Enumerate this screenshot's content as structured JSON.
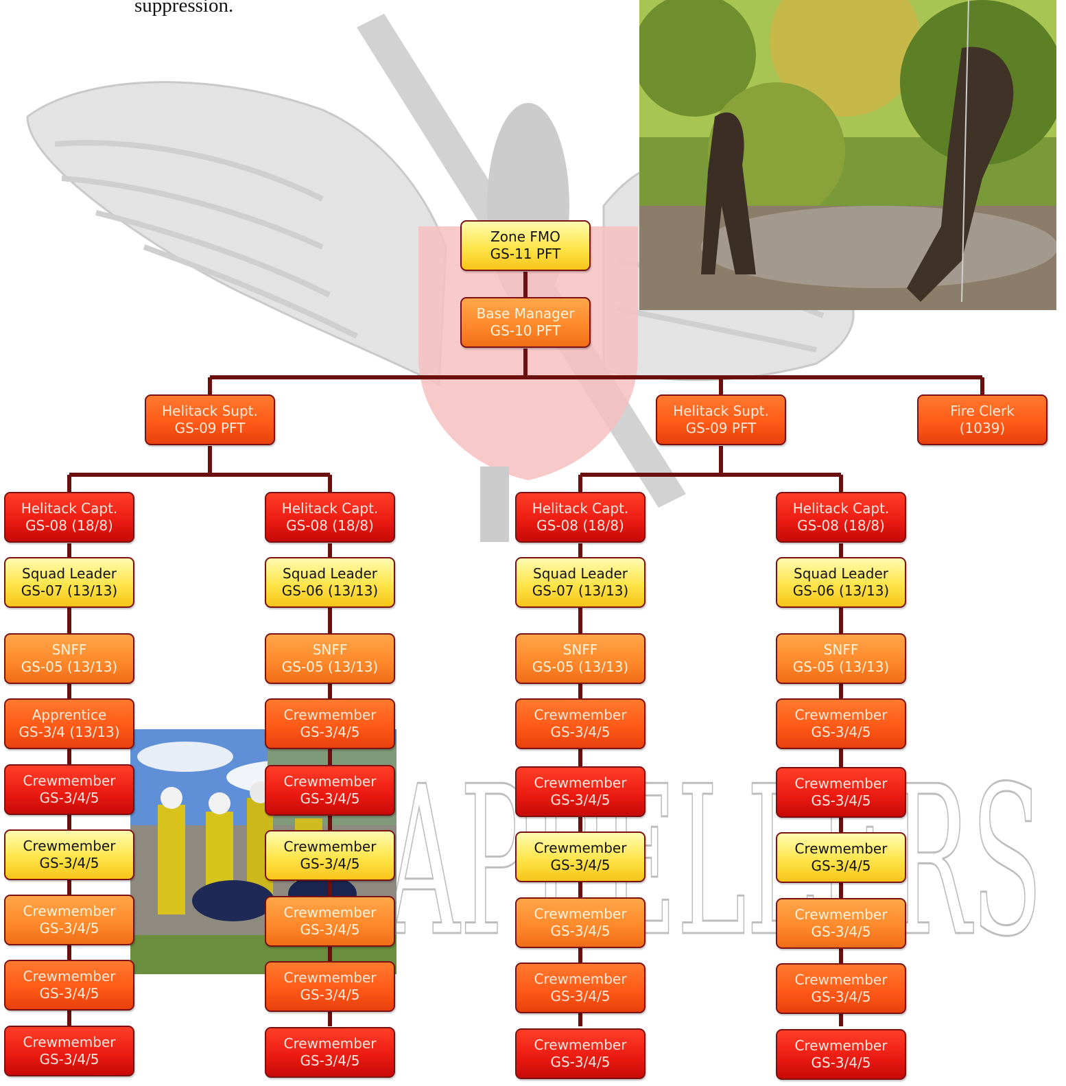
{
  "intro": {
    "text": "suppression."
  },
  "background": {
    "emblem": "helicopter-wings-shield-emblem",
    "wordmark": "RAPPELLERS",
    "photos": [
      "rappeller-statue-photo",
      "crew-gear-photo"
    ]
  },
  "colors": {
    "yellow": "#ffe54a",
    "orange": "#ff8a2c",
    "orangered": "#ff5a18",
    "red": "#ec1c12",
    "border": "#7a1010",
    "connector": "#6b0f0f"
  },
  "org": {
    "zone_fmo": {
      "title": "Zone FMO",
      "grade": "GS-11 PFT"
    },
    "base_manager": {
      "title": "Base Manager",
      "grade": "GS-10 PFT"
    },
    "supt_left": {
      "title": "Helitack Supt.",
      "grade": "GS-09 PFT"
    },
    "supt_right": {
      "title": "Helitack Supt.",
      "grade": "GS-09 PFT"
    },
    "fire_clerk": {
      "title": "Fire Clerk",
      "grade": "(1039)"
    },
    "crews": [
      {
        "captain": {
          "title": "Helitack Capt.",
          "grade": "GS-08 (18/8)"
        },
        "squad_leader": {
          "title": "Squad Leader",
          "grade": "GS-07 (13/13)"
        },
        "snff": {
          "title": "SNFF",
          "grade": "GS-05 (13/13)"
        },
        "members": [
          {
            "title": "Apprentice",
            "grade": "GS-3/4 (13/13)"
          },
          {
            "title": "Crewmember",
            "grade": "GS-3/4/5"
          },
          {
            "title": "Crewmember",
            "grade": "GS-3/4/5"
          },
          {
            "title": "Crewmember",
            "grade": "GS-3/4/5"
          },
          {
            "title": "Crewmember",
            "grade": "GS-3/4/5"
          },
          {
            "title": "Crewmember",
            "grade": "GS-3/4/5"
          }
        ]
      },
      {
        "captain": {
          "title": "Helitack Capt.",
          "grade": "GS-08 (18/8)"
        },
        "squad_leader": {
          "title": "Squad Leader",
          "grade": "GS-06 (13/13)"
        },
        "snff": {
          "title": "SNFF",
          "grade": "GS-05 (13/13)"
        },
        "members": [
          {
            "title": "Crewmember",
            "grade": "GS-3/4/5"
          },
          {
            "title": "Crewmember",
            "grade": "GS-3/4/5"
          },
          {
            "title": "Crewmember",
            "grade": "GS-3/4/5"
          },
          {
            "title": "Crewmember",
            "grade": "GS-3/4/5"
          },
          {
            "title": "Crewmember",
            "grade": "GS-3/4/5"
          },
          {
            "title": "Crewmember",
            "grade": "GS-3/4/5"
          }
        ]
      },
      {
        "captain": {
          "title": "Helitack Capt.",
          "grade": "GS-08 (18/8)"
        },
        "squad_leader": {
          "title": "Squad Leader",
          "grade": "GS-07 (13/13)"
        },
        "snff": {
          "title": "SNFF",
          "grade": "GS-05 (13/13)"
        },
        "members": [
          {
            "title": "Crewmember",
            "grade": "GS-3/4/5"
          },
          {
            "title": "Crewmember",
            "grade": "GS-3/4/5"
          },
          {
            "title": "Crewmember",
            "grade": "GS-3/4/5"
          },
          {
            "title": "Crewmember",
            "grade": "GS-3/4/5"
          },
          {
            "title": "Crewmember",
            "grade": "GS-3/4/5"
          },
          {
            "title": "Crewmember",
            "grade": "GS-3/4/5"
          }
        ]
      },
      {
        "captain": {
          "title": "Helitack Capt.",
          "grade": "GS-08 (18/8)"
        },
        "squad_leader": {
          "title": "Squad Leader",
          "grade": "GS-06 (13/13)"
        },
        "snff": {
          "title": "SNFF",
          "grade": "GS-05 (13/13)"
        },
        "members": [
          {
            "title": "Crewmember",
            "grade": "GS-3/4/5"
          },
          {
            "title": "Crewmember",
            "grade": "GS-3/4/5"
          },
          {
            "title": "Crewmember",
            "grade": "GS-3/4/5"
          },
          {
            "title": "Crewmember",
            "grade": "GS-3/4/5"
          },
          {
            "title": "Crewmember",
            "grade": "GS-3/4/5"
          },
          {
            "title": "Crewmember",
            "grade": "GS-3/4/5"
          }
        ]
      }
    ]
  }
}
